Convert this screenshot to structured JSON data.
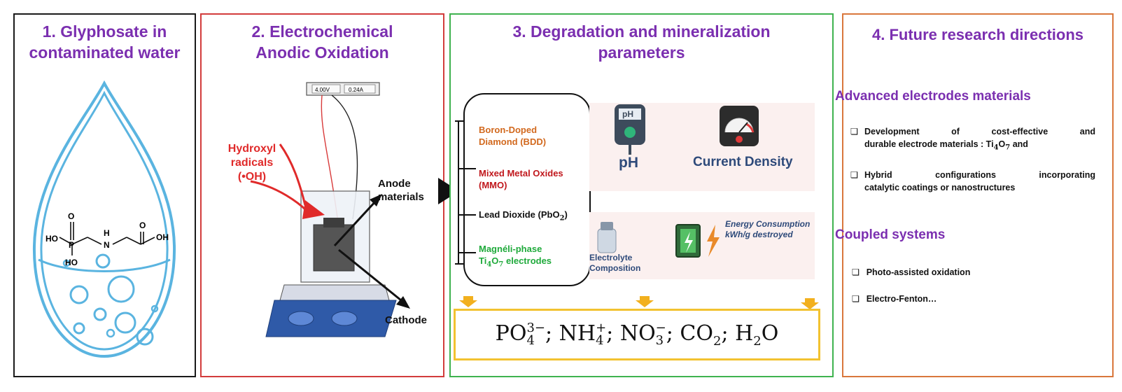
{
  "panel1": {
    "title_line1": "1. Glyphosate in",
    "title_line2": "contaminated water",
    "molecule": {
      "p": "P",
      "o": "O",
      "ho1": "HO",
      "ho2": "HO",
      "n": "N",
      "h": "H",
      "o2": "O",
      "oh": "OH"
    }
  },
  "panel2": {
    "title_line1": "2. Electrochemical",
    "title_line2": "Anodic Oxidation",
    "meter_v": "4.00V",
    "meter_a": "0.24A",
    "radicals_line1": "Hydroxyl",
    "radicals_line2": "radicals",
    "radicals_line3": "(•OH)",
    "anode_line1": "Anode",
    "anode_line2": "materials",
    "cathode": "Cathode"
  },
  "panel3": {
    "title_line1": "3. Degradation and mineralization",
    "title_line2": "parameters",
    "electrodes": [
      {
        "line1": "Boron-Doped",
        "line2": "Diamond (BDD)",
        "color": "#d2691e"
      },
      {
        "line1": "Mixed Metal Oxides",
        "line2": "(MMO)",
        "color": "#c0171c"
      },
      {
        "line1": "Lead Dioxide (PbO",
        "sub": "2",
        "tail": ")",
        "color": "#111111"
      },
      {
        "line1": "Magnéli-phase",
        "line2": "Ti",
        "color": "#1faa3b"
      }
    ],
    "magneli_sub_ti": "4",
    "magneli_o": "O",
    "magneli_sub_o": "7",
    "magneli_tail": " electrodes",
    "params": {
      "ph_icon_label": "pH",
      "ph_label": "pH",
      "current_label": "Current Density",
      "electrolyte_line1": "Electrolyte",
      "electrolyte_line2": "Composition",
      "energy_line1": "Energy Consumption",
      "energy_line2": "kWh/g destroyed"
    },
    "products": {
      "po": "PO",
      "po_sup": "3−",
      "po_sub": "4",
      "nh": "NH",
      "nh_sup": "+",
      "nh_sub": "4",
      "no": "NO",
      "no_sup": "−",
      "no_sub": "3",
      "co": "CO",
      "co_sub": "2",
      "h": "H",
      "h_sub": "2",
      "h_o": "O",
      "sep": ";"
    },
    "colors": {
      "arrow": "#f2b01e",
      "box": "#f2c230"
    }
  },
  "panel4": {
    "title": "4. Future research directions",
    "section1": "Advanced electrodes materials",
    "bullet1_line1": "Development of cost-effective and",
    "bullet1_line2": "durable electrode materials : Ti",
    "bullet1_sub1": "4",
    "bullet1_o": "O",
    "bullet1_sub2": "7",
    "bullet1_tail": "  and",
    "bullet2_line1": "Hybrid configurations incorporating",
    "bullet2_line2": "catalytic coatings or nanostructures",
    "section2": "Coupled systems",
    "bullet3": "Photo-assisted oxidation",
    "bullet4": "Electro-Fenton…",
    "bullet_symbol": "❏"
  }
}
